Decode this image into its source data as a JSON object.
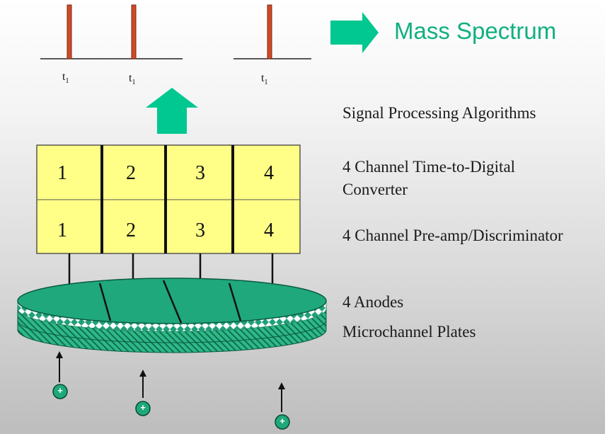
{
  "title": "Mass Spectrum",
  "colors": {
    "accent": "#00c890",
    "peak": "#d04a28",
    "box": "#ffff88",
    "disk": "#1fa87c"
  },
  "peaks": [
    {
      "label": "t",
      "sub": "1"
    },
    {
      "label": "t",
      "sub": "1"
    },
    {
      "label": "t",
      "sub": "1"
    }
  ],
  "labels": {
    "signal": "Signal Processing Algorithms",
    "tdc_line1": "4 Channel Time-to-Digital",
    "tdc_line2": "Converter",
    "preamp": "4 Channel Pre-amp/Discriminator",
    "anodes": "4 Anodes",
    "mcp": "Microchannel Plates"
  },
  "channels": [
    "1",
    "2",
    "3",
    "4"
  ],
  "ions": [
    "+",
    "+",
    "+"
  ]
}
